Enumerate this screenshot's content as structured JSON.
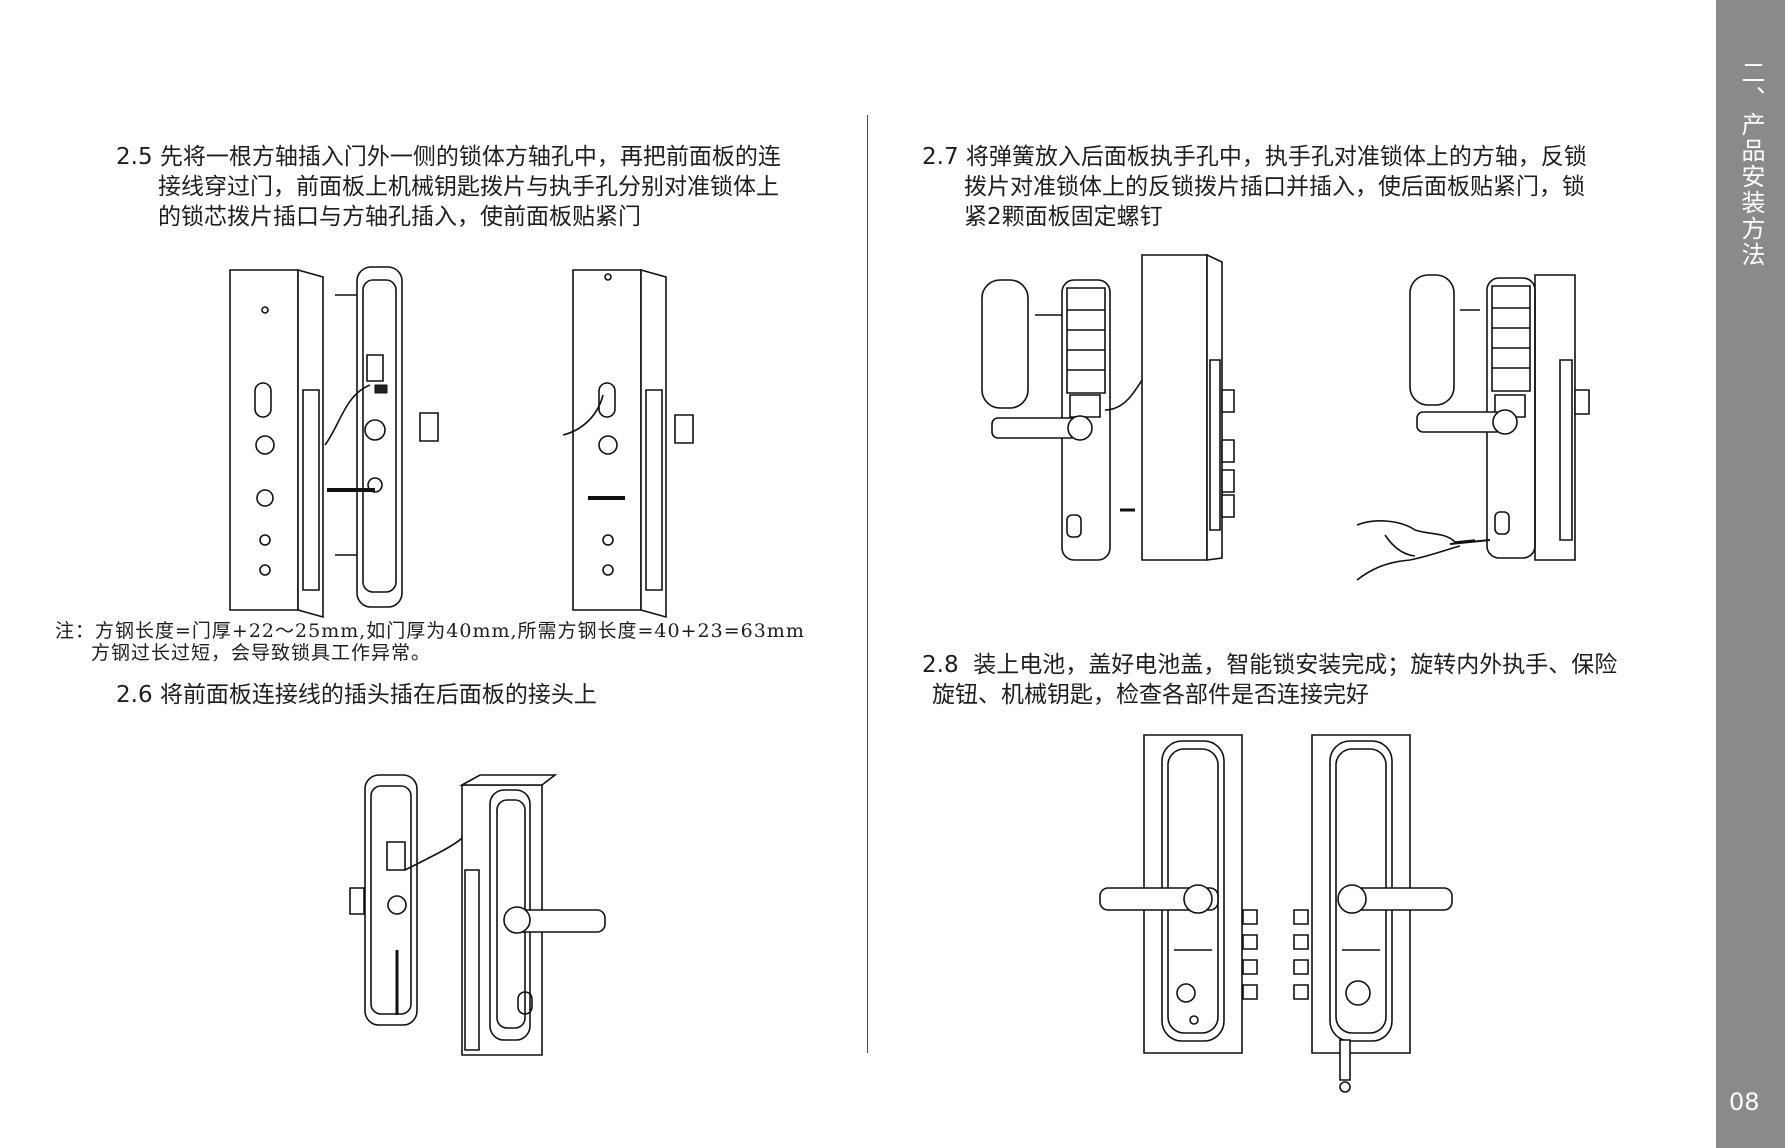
{
  "section": {
    "sidebar_title": "二、产品安装方法",
    "page_number": "08"
  },
  "steps": {
    "s25": {
      "number": "2.5",
      "lines": [
        "先将一根方轴插入门外一侧的锁体方轴孔中，再把前面板的连",
        "接线穿过门，前面板上机械钥匙拨片与执手孔分别对准锁体上",
        "的锁芯拨片插口与方轴孔插入，使前面板贴紧门"
      ]
    },
    "note": {
      "line1": "注：方钢长度=门厚+22～25mm,如门厚为40mm,所需方钢长度=40+23=63mm",
      "line2": "方钢过长过短，会导致锁具工作异常。"
    },
    "s26": {
      "number": "2.6",
      "lines": [
        "将前面板连接线的插头插在后面板的接头上"
      ]
    },
    "s27": {
      "number": "2.7",
      "lines": [
        "将弹簧放入后面板执手孔中，执手孔对准锁体上的方轴，反锁",
        "拨片对准锁体上的反锁拨片插口并插入，使后面板贴紧门，锁",
        "紧2颗面板固定螺钉"
      ]
    },
    "s28": {
      "number": "2.8",
      "lines": [
        "装上电池，盖好电池盖，智能锁安装完成；旋转内外执手、保险",
        "旋钮、机械钥匙，检查各部件是否连接完好"
      ]
    }
  }
}
